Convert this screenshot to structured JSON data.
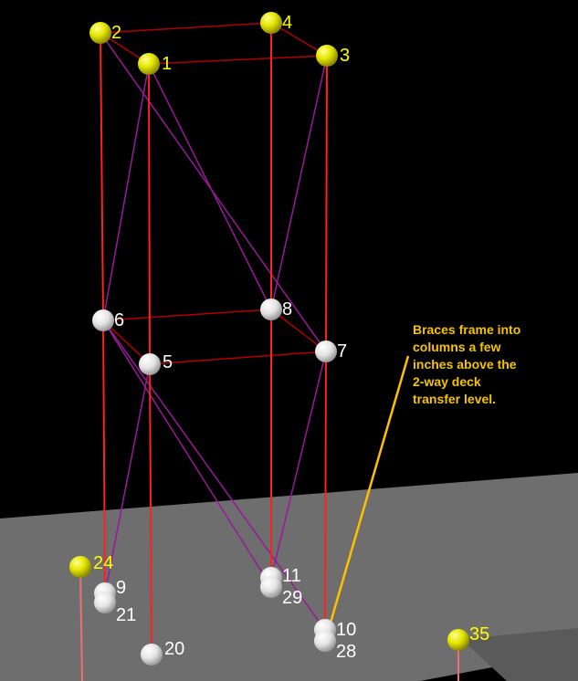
{
  "colors": {
    "background": "#000000",
    "deck": "#6e6e6e",
    "column": "#ff2020",
    "frame": "#b00000",
    "brace": "#9a189a",
    "leader": "#ffc000",
    "node_yellow": "#e6e600",
    "node_white": "#e8e8e8",
    "label_yellow": "#ffff00",
    "label_white": "#ffffff"
  },
  "annotation": {
    "lines": [
      "Braces frame into",
      "columns a few",
      "inches above the",
      "2-way deck",
      "transfer level."
    ]
  },
  "nodes": [
    {
      "id": "n1",
      "label": "1",
      "color": "yellow"
    },
    {
      "id": "n2",
      "label": "2",
      "color": "yellow"
    },
    {
      "id": "n3",
      "label": "3",
      "color": "yellow"
    },
    {
      "id": "n4",
      "label": "4",
      "color": "yellow"
    },
    {
      "id": "n5",
      "label": "5",
      "color": "white"
    },
    {
      "id": "n6",
      "label": "6",
      "color": "white"
    },
    {
      "id": "n7",
      "label": "7",
      "color": "white"
    },
    {
      "id": "n8",
      "label": "8",
      "color": "white"
    },
    {
      "id": "n9",
      "label": "9",
      "color": "white"
    },
    {
      "id": "n21",
      "label": "21",
      "color": "white"
    },
    {
      "id": "n11",
      "label": "11",
      "color": "white"
    },
    {
      "id": "n29",
      "label": "29",
      "color": "white"
    },
    {
      "id": "n10",
      "label": "10",
      "color": "white"
    },
    {
      "id": "n28",
      "label": "28",
      "color": "white"
    },
    {
      "id": "n20",
      "label": "20",
      "color": "white"
    },
    {
      "id": "n24",
      "label": "24",
      "color": "yellow"
    },
    {
      "id": "n35",
      "label": "35",
      "color": "yellow"
    }
  ]
}
